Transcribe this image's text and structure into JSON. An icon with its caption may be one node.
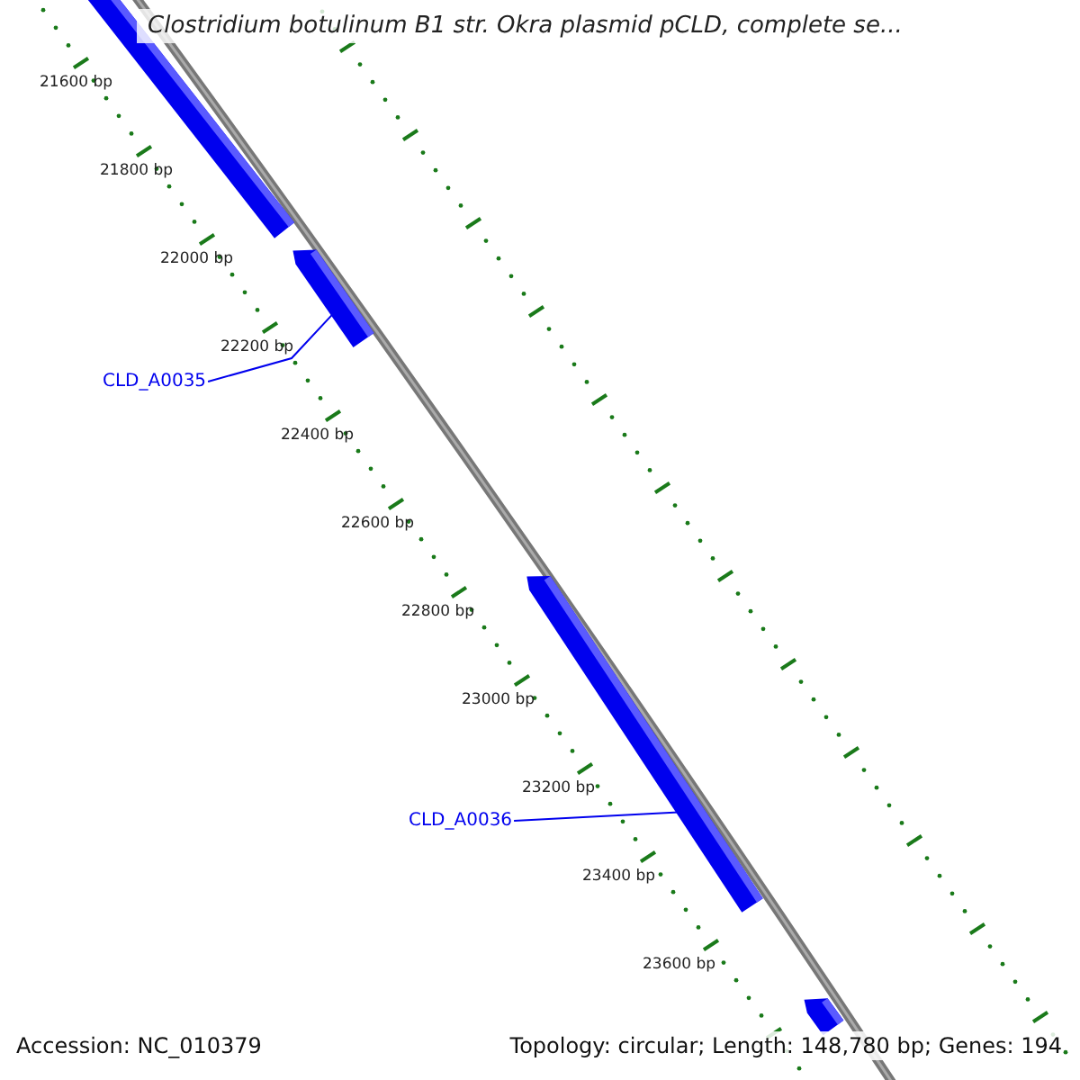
{
  "diagram": {
    "title": "Clostridium botulinum B1 str. Okra plasmid pCLD, complete se...",
    "nodes": [
      {
        "text": [],
        "shape": "bar"
      },
      {
        "text": [
          "CLD_A0035"
        ]
      },
      {
        "text": [],
        "shape": "bar"
      },
      {
        "text": [
          "CLD_A0036"
        ]
      },
      {
        "text": [],
        "shape": "bar"
      },
      {
        "text": [],
        "shape": "bar"
      }
    ],
    "edges": [
      {
        "from": 1,
        "to": 2,
        "arrow": "none"
      },
      {
        "from": 3,
        "to": 4,
        "arrow": "none"
      }
    ],
    "labels": [
      "21600 bp",
      "21800 bp",
      "22000 bp",
      "22200 bp",
      "22400 bp",
      "22600 bp",
      "22800 bp",
      "23000 bp",
      "23200 bp",
      "23400 bp",
      "23600 bp",
      "Accession: NC_010379",
      "Topology: circular; Length: 148,780 bp; Genes: 194"
    ]
  }
}
